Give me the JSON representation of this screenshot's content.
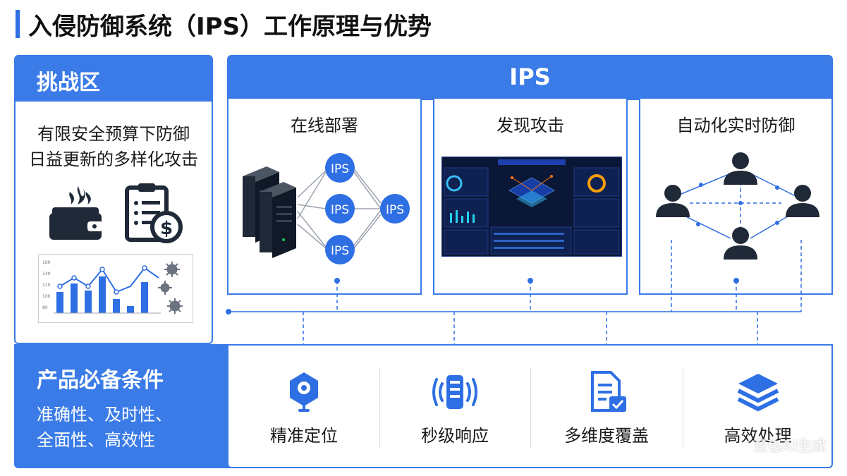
{
  "title": "入侵防御系统（IPS）工作原理与优势",
  "challenge": {
    "header": "挑战区",
    "line1": "有限安全预算下防御",
    "line2": "日益更新的多样化攻击"
  },
  "ips": {
    "header": "IPS",
    "node_label": "IPS",
    "columns": [
      {
        "title": "在线部署"
      },
      {
        "title": "发现攻击"
      },
      {
        "title": "自动化实时防御"
      }
    ]
  },
  "requirements": {
    "title": "产品必备条件",
    "line1": "准确性、及时性、",
    "line2": "全面性、高效性"
  },
  "features": [
    {
      "label": "精准定位",
      "icon": "target-location-icon"
    },
    {
      "label": "秒级响应",
      "icon": "signal-device-icon"
    },
    {
      "label": "多维度覆盖",
      "icon": "document-check-icon"
    },
    {
      "label": "高效处理",
      "icon": "layers-icon"
    }
  ],
  "mini_chart": {
    "y_ticks": [
      "160",
      "140",
      "120",
      "100",
      "80"
    ]
  },
  "watermark": "豆包AI生成",
  "colors": {
    "primary": "#3a7be8",
    "node": "#2f6fe4",
    "dark": "#1f2937"
  }
}
